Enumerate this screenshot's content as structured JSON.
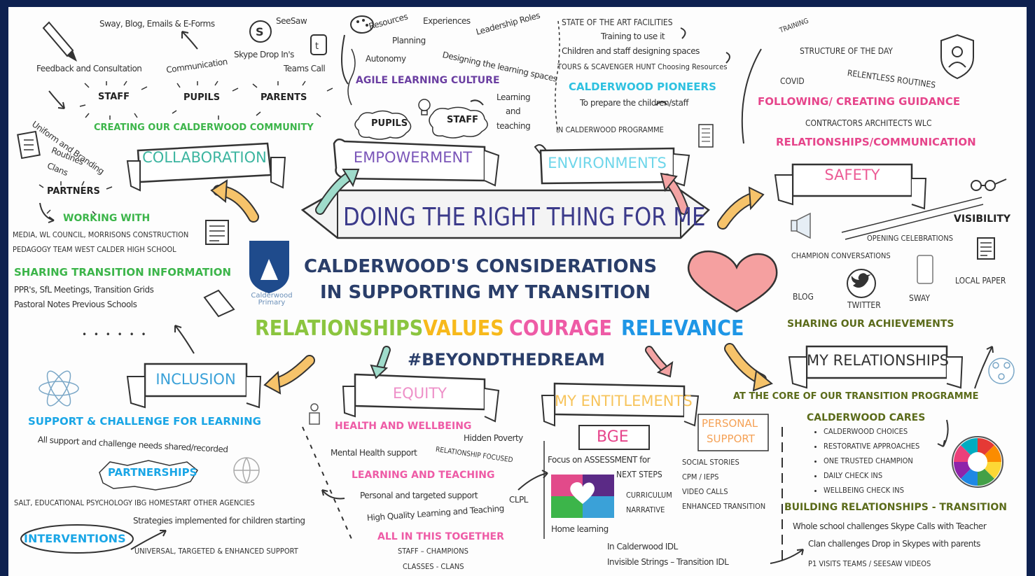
{
  "center": {
    "title": "DOING THE RIGHT THING FOR ME",
    "subtitle_line1": "CALDERWOOD'S CONSIDERATIONS",
    "subtitle_line2": "IN SUPPORTING MY TRANSITION",
    "values": [
      "RELATIONSHIPS",
      "VALUES",
      "COURAGE",
      "RELEVANCE"
    ],
    "hashtag": "#BEYONDTHEDREAM",
    "crest": "Calderwood Primary",
    "colors": {
      "relationships": "#8bc53f",
      "values": "#f7b91b",
      "courage": "#ee5ba6",
      "relevance": "#1e96e6",
      "title": "#3b3a8a"
    }
  },
  "banners": {
    "collaboration": "COLLABORATION",
    "empowerment": "EMPOWERMENT",
    "environments": "ENVIRONMENTS",
    "safety": "SAFETY",
    "inclusion": "INCLUSION",
    "equity": "EQUITY",
    "entitlements": "MY ENTITLEMENTS",
    "relationships": "MY RELATIONSHIPS"
  },
  "collaboration": {
    "sway": "Sway, Blog, Emails & E-Forms",
    "seesaw": "SeeSaw",
    "feedback": "Feedback and Consultation",
    "communication": "Communication",
    "skype": "Skype Drop In's",
    "teams": "Teams Call",
    "staff": "STAFF",
    "pupils": "PUPILS",
    "parents": "PARENTS",
    "community": "CREATING OUR CALDERWOOD COMMUNITY",
    "uniform": "Uniform and Branding",
    "routines": "Routines",
    "clans": "Clans",
    "partners": "PARTNERS",
    "working_with": "WORKING WITH",
    "media": "MEDIA, WL COUNCIL, MORRISONS CONSTRUCTION",
    "pedagogy": "PEDAGOGY TEAM   WEST CALDER HIGH SCHOOL",
    "sharing": "SHARING TRANSITION INFORMATION",
    "pprs": "PPR's,   SfL Meetings,   Transition Grids",
    "pastoral": "Pastoral Notes   Previous Schools",
    "dots": "• • • • • •"
  },
  "empowerment": {
    "resources": "Resources",
    "experiences": "Experiences",
    "leadership": "Leadership Roles",
    "planning": "Planning",
    "autonomy": "Autonomy",
    "designing": "Designing the learning spaces",
    "agile": "AGILE LEARNING CULTURE",
    "pupils": "PUPILS",
    "staff": "STAFF",
    "learning": "Learning",
    "and": "and",
    "teaching": "teaching"
  },
  "environments": {
    "state": "STATE OF THE ART FACILITIES",
    "training": "Training to use it",
    "children": "Children and staff designing spaces",
    "tours": "TOURS & SCAVENGER HUNT   Choosing Resources",
    "pioneers": "CALDERWOOD PIONEERS",
    "prepare": "To prepare the children/staff",
    "programme": "IN CALDERWOOD PROGRAMME"
  },
  "safety": {
    "training": "TRAINING",
    "structure": "STRUCTURE OF THE DAY",
    "covid": "COVID",
    "relentless": "RELENTLESS ROUTINES",
    "following": "FOLLOWING/ CREATING GUIDANCE",
    "contractors": "CONTRACTORS     ARCHITECTS     WLC",
    "relationships_comm": "RELATIONSHIPS/COMMUNICATION",
    "visibility": "VISIBILITY",
    "opening": "OPENING CELEBRATIONS",
    "champion": "CHAMPION CONVERSATIONS",
    "local": "LOCAL PAPER",
    "blog": "BLOG",
    "twitter": "TWITTER",
    "sway": "SWAY",
    "sharing": "SHARING OUR ACHIEVEMENTS"
  },
  "inclusion": {
    "support": "SUPPORT & CHALLENGE FOR LEARNING",
    "all_support": "All support and challenge needs shared/recorded",
    "partnerships": "PARTNERSHIPS",
    "agencies": "SALT,  EDUCATIONAL PSYCHOLOGY   IBG   HOMESTART   OTHER AGENCIES",
    "strategies": "Strategies implemented for children starting",
    "interventions": "INTERVENTIONS",
    "universal": "UNIVERSAL, TARGETED & ENHANCED SUPPORT"
  },
  "equity": {
    "health": "HEALTH AND WELLBEING",
    "hidden": "Hidden Poverty",
    "mental": "Mental Health support",
    "relationship_focused": "RELATIONSHIP FOCUSED",
    "learning_teaching": "LEARNING AND TEACHING",
    "personal": "Personal and targeted support",
    "clpl": "CLPL",
    "quality": "High Quality Learning and Teaching",
    "together": "ALL IN THIS TOGETHER",
    "staff_champions": "STAFF – CHAMPIONS",
    "classes_clans": "CLASSES - CLANS"
  },
  "entitlements": {
    "bge": "BGE",
    "focus": "Focus on ASSESSMENT for",
    "next": "NEXT STEPS",
    "curriculum": "CURRICULUM",
    "narrative": "NARRATIVE",
    "home": "Home learning",
    "idl1": "In Calderwood IDL",
    "idl2": "Invisible Strings – Transition IDL",
    "personal_support1": "PERSONAL",
    "personal_support2": "SUPPORT",
    "social": "SOCIAL STORIES",
    "cpm": "CPM / IEPS",
    "video_calls": "VIDEO CALLS",
    "enhanced": "ENHANCED TRANSITION"
  },
  "relationships": {
    "core": "AT THE CORE OF OUR TRANSITION PROGRAMME",
    "cares": "CALDERWOOD CARES",
    "bullets": [
      "CALDERWOOD CHOICES",
      "RESTORATIVE APPROACHES",
      "ONE TRUSTED CHAMPION",
      "DAILY CHECK INS",
      "WELLBEING CHECK INS"
    ],
    "building": "BUILDING RELATIONSHIPS - TRANSITION",
    "whole": "Whole school challenges   Skype Calls with Teacher",
    "clan": "Clan challenges    Drop in Skypes with parents",
    "p1": "P1 VISITS    TEAMS / SEESAW       VIDEOS"
  },
  "icons": [
    "pencil-icon",
    "skype-icon",
    "seesaw-icon",
    "palette-icon",
    "building-icon",
    "shield-person-icon",
    "glasses-icon",
    "megaphone-icon",
    "newspaper-icon",
    "phone-icon",
    "twitter-icon",
    "heart-icon",
    "atom-icon",
    "globe-icon",
    "network-icon",
    "wheel-icon",
    "crest-icon",
    "lightbulb-icon",
    "book-icon",
    "document-icon"
  ]
}
